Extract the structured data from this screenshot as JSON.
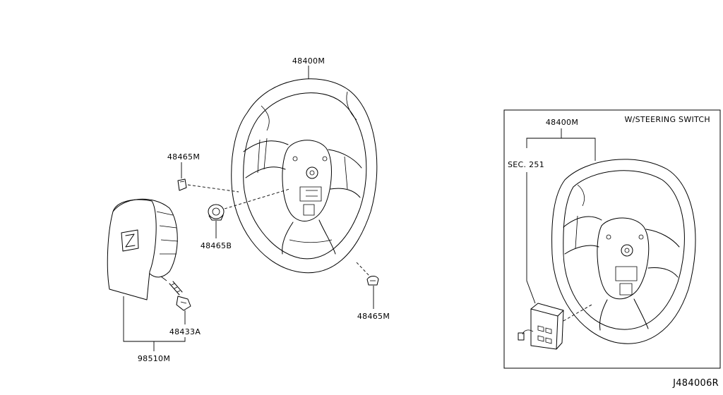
{
  "labels": {
    "wheel_main": "48400M",
    "clip_upper": "48465M",
    "bushing": "48465B",
    "clip_lower": "48465M",
    "bolt": "48433A",
    "airbag": "98510M",
    "variant_title": "W/STEERING SWITCH",
    "wheel_variant": "48400M",
    "sec_ref": "SEC. 251",
    "drawing_id": "J484006R"
  },
  "icons": {
    "airbag_emblem": "z-logo-icon"
  }
}
